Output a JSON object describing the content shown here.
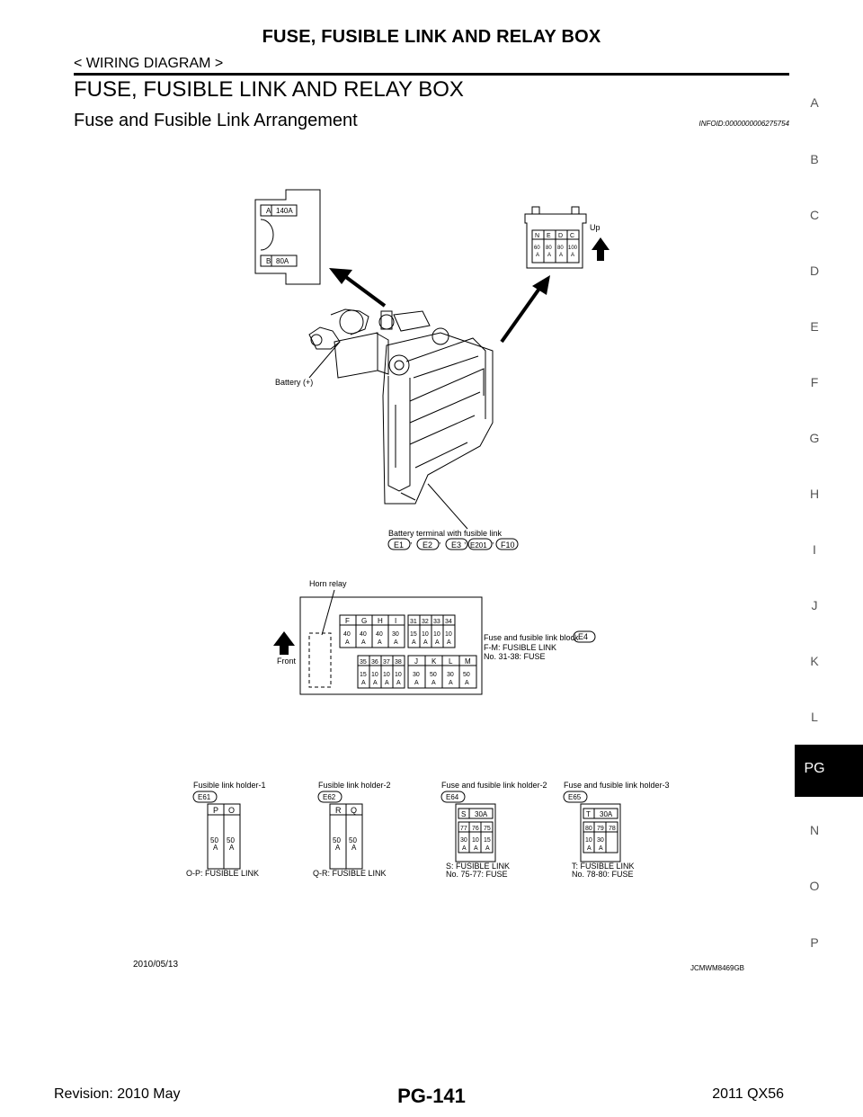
{
  "header": {
    "title": "FUSE, FUSIBLE LINK AND RELAY BOX",
    "breadcrumb": "< WIRING DIAGRAM >"
  },
  "section_title": "FUSE, FUSIBLE LINK AND RELAY BOX",
  "subsection_title": "Fuse and Fusible Link Arrangement",
  "info_id": "INFOID:0000000006275754",
  "side_index": {
    "letters": [
      "A",
      "B",
      "C",
      "D",
      "E",
      "F",
      "G",
      "H",
      "I",
      "J",
      "K",
      "L",
      "N",
      "O",
      "P"
    ],
    "active": "PG"
  },
  "diagram": {
    "battery_fuse_left": {
      "a_label": "A",
      "a_value": "140A",
      "b_label": "B",
      "b_value": "80A"
    },
    "battery_fuse_right": {
      "letters": [
        "N",
        "E",
        "D",
        "C"
      ],
      "values": [
        [
          "60",
          "A"
        ],
        [
          "80",
          "A"
        ],
        [
          "80",
          "A"
        ],
        [
          "100",
          "A"
        ]
      ],
      "up_label": "Up"
    },
    "battery_label": "Battery (+)",
    "terminal_label": "Battery terminal with fusible link",
    "terminal_connectors": [
      "E1",
      "E2",
      "E3",
      "E201",
      "F10"
    ],
    "horn_relay_label": "Horn relay",
    "front_label": "Front",
    "fuse_block": {
      "top_left_letters": [
        "F",
        "G",
        "H",
        "I"
      ],
      "top_left_values": [
        [
          "40",
          "A"
        ],
        [
          "40",
          "A"
        ],
        [
          "40",
          "A"
        ],
        [
          "30",
          "A"
        ]
      ],
      "top_right_numbers": [
        "31",
        "32",
        "33",
        "34"
      ],
      "top_right_values": [
        [
          "15",
          "A"
        ],
        [
          "10",
          "A"
        ],
        [
          "10",
          "A"
        ],
        [
          "10",
          "A"
        ]
      ],
      "bottom_left_numbers": [
        "35",
        "36",
        "37",
        "38"
      ],
      "bottom_left_values": [
        [
          "15",
          "A"
        ],
        [
          "10",
          "A"
        ],
        [
          "10",
          "A"
        ],
        [
          "10",
          "A"
        ]
      ],
      "bottom_right_letters": [
        "J",
        "K",
        "L",
        "M"
      ],
      "bottom_right_values": [
        [
          "30",
          "A"
        ],
        [
          "50",
          "A"
        ],
        [
          "30",
          "A"
        ],
        [
          "50",
          "A"
        ]
      ],
      "name": "Fuse and fusible link block",
      "connector": "E4",
      "line1": "F-M: FUSIBLE LINK",
      "line2": "No. 31-38: FUSE"
    },
    "holders": [
      {
        "title": "Fusible link holder-1",
        "connector": "E61",
        "letters": [
          "P",
          "O"
        ],
        "values": [
          [
            "50",
            "A"
          ],
          [
            "50",
            "A"
          ]
        ],
        "caption": "O-P: FUSIBLE LINK"
      },
      {
        "title": "Fusible link holder-2",
        "connector": "E62",
        "letters": [
          "R",
          "Q"
        ],
        "values": [
          [
            "50",
            "A"
          ],
          [
            "50",
            "A"
          ]
        ],
        "caption": "Q-R: FUSIBLE LINK"
      },
      {
        "title": "Fuse and fusible link holder-2",
        "connector": "E64",
        "top_letter": "S",
        "top_value": "30A",
        "numbers": [
          "77",
          "76",
          "75"
        ],
        "values": [
          [
            "30",
            "A"
          ],
          [
            "10",
            "A"
          ],
          [
            "15",
            "A"
          ]
        ],
        "caption1": "S: FUSIBLE LINK",
        "caption2": "No. 75-77: FUSE"
      },
      {
        "title": "Fuse and fusible link holder-3",
        "connector": "E65",
        "top_letter": "T",
        "top_value": "30A",
        "numbers": [
          "80",
          "79",
          "78"
        ],
        "values": [
          [
            "10",
            "A"
          ],
          [
            "30",
            "A"
          ],
          [
            "",
            ""
          ]
        ],
        "caption1": "T: FUSIBLE LINK",
        "caption2": "No. 78-80: FUSE"
      }
    ],
    "date": "2010/05/13",
    "code": "JCMWM8469GB"
  },
  "footer": {
    "revision": "Revision: 2010 May",
    "page": "PG-141",
    "model": "2011 QX56"
  }
}
